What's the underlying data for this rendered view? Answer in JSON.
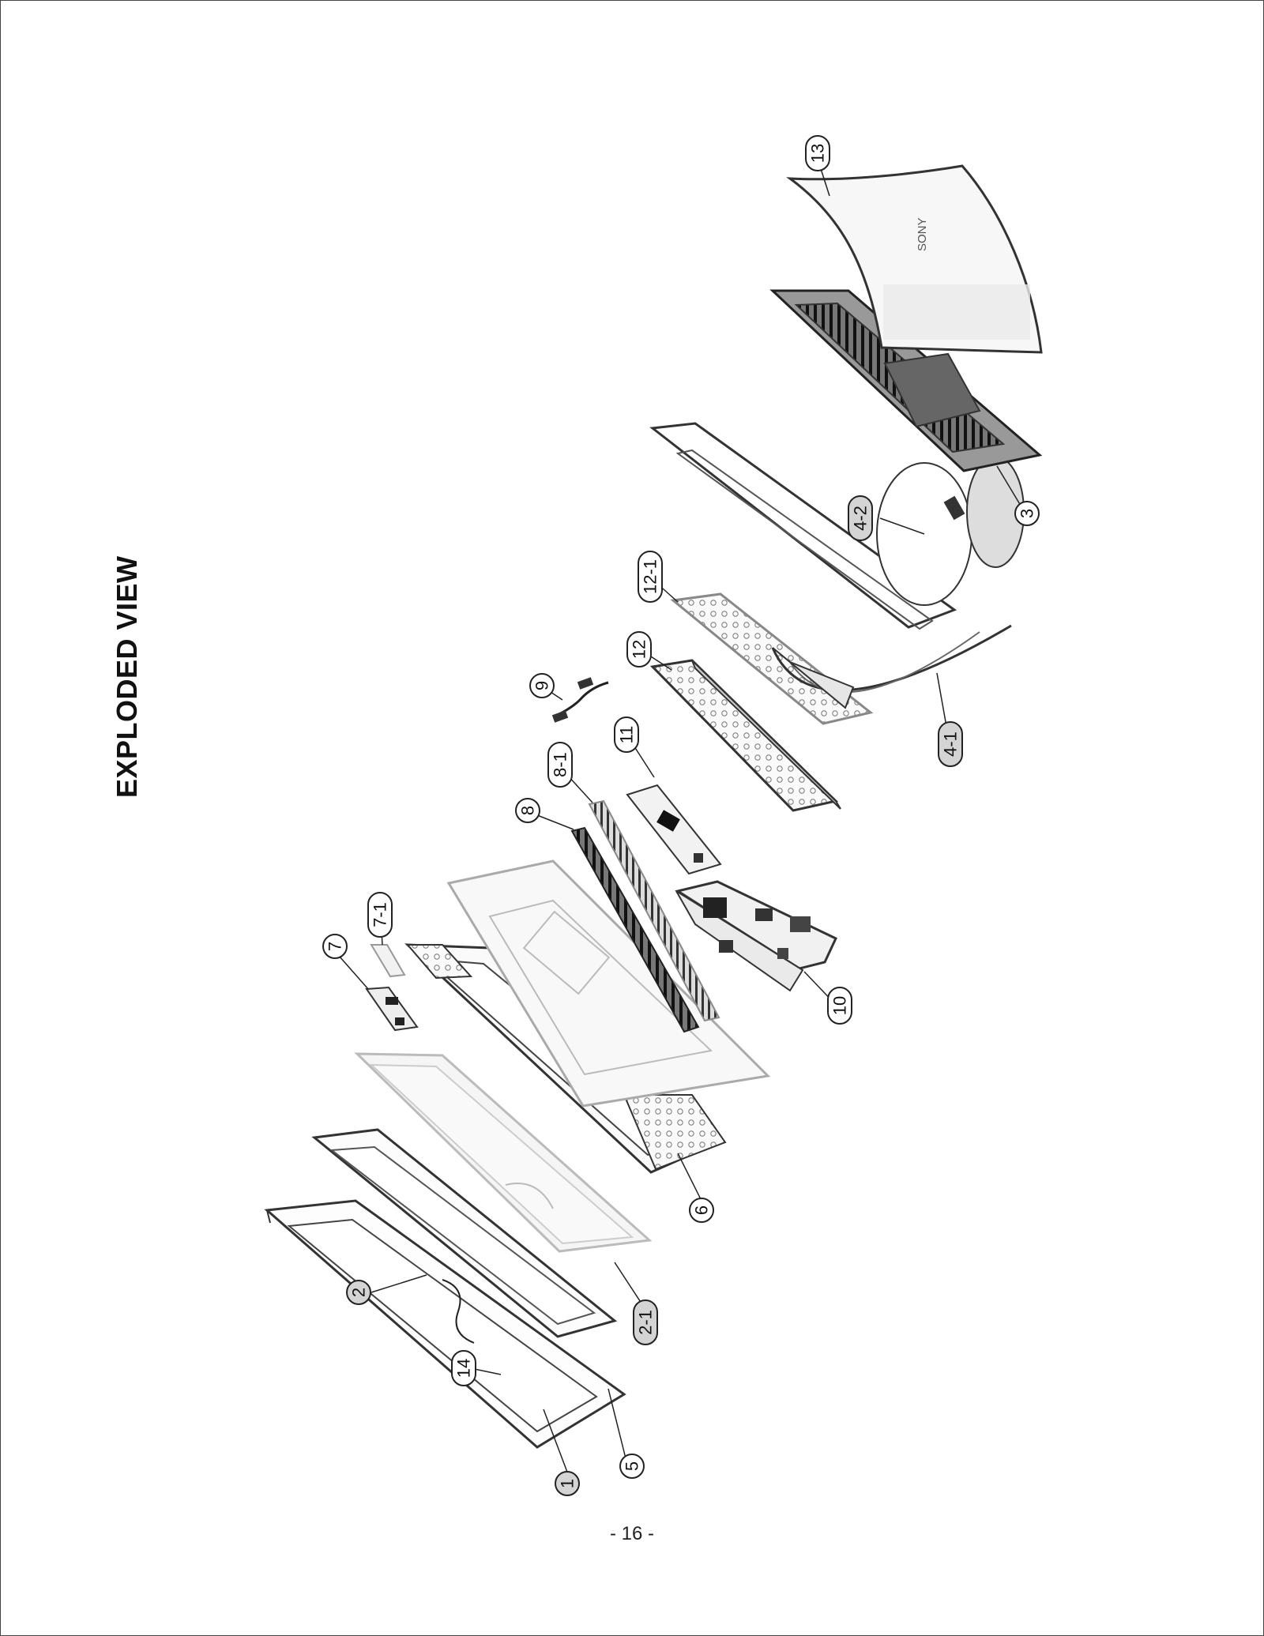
{
  "title": "EXPLODED VIEW",
  "page_number": "- 16 -",
  "logo_text": "SONY",
  "callouts": [
    {
      "label": "1",
      "shaded": true
    },
    {
      "label": "2",
      "shaded": true
    },
    {
      "label": "2-1",
      "shaded": true
    },
    {
      "label": "3",
      "shaded": false
    },
    {
      "label": "4-1",
      "shaded": true
    },
    {
      "label": "4-2",
      "shaded": true
    },
    {
      "label": "5",
      "shaded": false
    },
    {
      "label": "6",
      "shaded": false
    },
    {
      "label": "7",
      "shaded": false
    },
    {
      "label": "7-1",
      "shaded": false
    },
    {
      "label": "8",
      "shaded": false
    },
    {
      "label": "8-1",
      "shaded": false
    },
    {
      "label": "9",
      "shaded": false
    },
    {
      "label": "10",
      "shaded": false
    },
    {
      "label": "11",
      "shaded": false
    },
    {
      "label": "12",
      "shaded": false
    },
    {
      "label": "12-1",
      "shaded": false
    },
    {
      "label": "13",
      "shaded": false
    },
    {
      "label": "14",
      "shaded": false
    }
  ]
}
